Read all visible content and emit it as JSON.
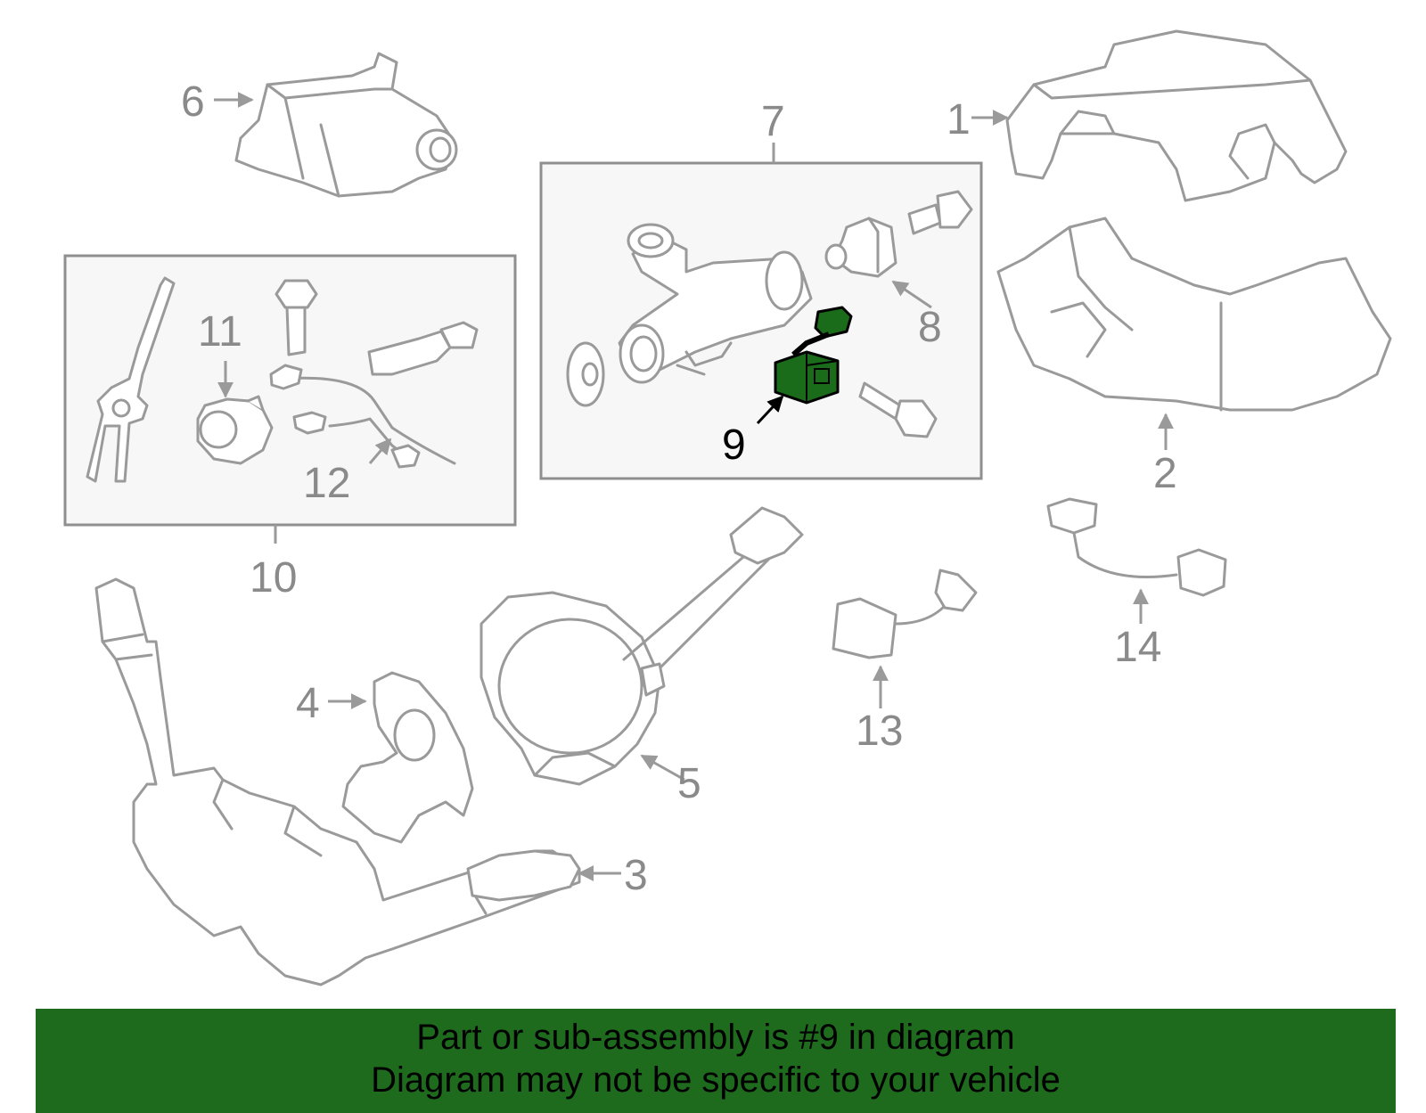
{
  "callouts": {
    "c1": "1",
    "c2": "2",
    "c3": "3",
    "c4": "4",
    "c5": "5",
    "c6": "6",
    "c7": "7",
    "c8": "8",
    "c9": "9",
    "c10": "10",
    "c11": "11",
    "c12": "12",
    "c13": "13",
    "c14": "14"
  },
  "highlight": {
    "part_number": "9",
    "color": "#1e6b1e"
  },
  "banner": {
    "line1": "Part or sub-assembly is #9 in diagram",
    "line2": "Diagram may not be specific to your vehicle",
    "background": "#1e6b1e"
  }
}
